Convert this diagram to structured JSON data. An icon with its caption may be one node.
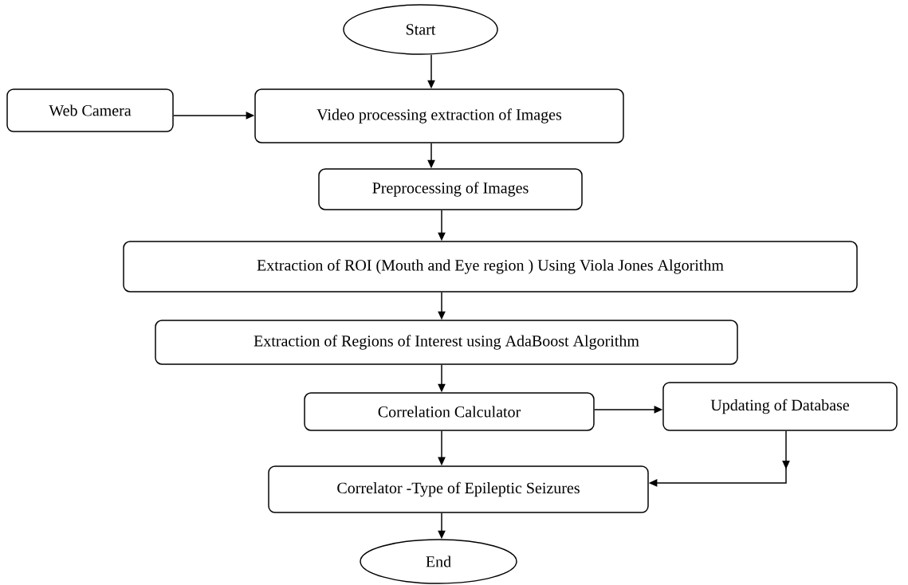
{
  "diagram": {
    "nodes": [
      {
        "text": [
          "Start"
        ]
      },
      {
        "text": [
          "Web Camera"
        ]
      },
      {
        "text": [
          "Video processing  extraction of Images"
        ]
      },
      {
        "text": [
          "Preprocessing  of Images"
        ]
      },
      {
        "text": [
          "Extraction of ROI (Mouth and Eye region ) Using Viola Jones  Algorithm"
        ]
      },
      {
        "text": [
          "Extraction of  Regions of Interest using AdaBoost   Algorithm"
        ]
      },
      {
        "text": [
          "Correlation  Calculator"
        ]
      },
      {
        "text": [
          "Updating of Database"
        ]
      },
      {
        "text": [
          "Correlator   -Type of Epileptic  Seizures"
        ]
      },
      {
        "text": [
          "End"
        ]
      }
    ],
    "edges": [
      {
        "from": 0,
        "to": 2,
        "arrow": "to"
      },
      {
        "from": 1,
        "to": 2,
        "arrow": "to"
      },
      {
        "from": 2,
        "to": 3,
        "arrow": "to"
      },
      {
        "from": 3,
        "to": 4,
        "arrow": "to"
      },
      {
        "from": 4,
        "to": 5,
        "arrow": "to"
      },
      {
        "from": 5,
        "to": 6,
        "arrow": "to"
      },
      {
        "from": 6,
        "to": 7,
        "arrow": "to"
      },
      {
        "from": 6,
        "to": 8,
        "arrow": "to"
      },
      {
        "from": 7,
        "to": 8,
        "arrow": "to"
      },
      {
        "from": 8,
        "to": 9,
        "arrow": "to"
      }
    ]
  }
}
